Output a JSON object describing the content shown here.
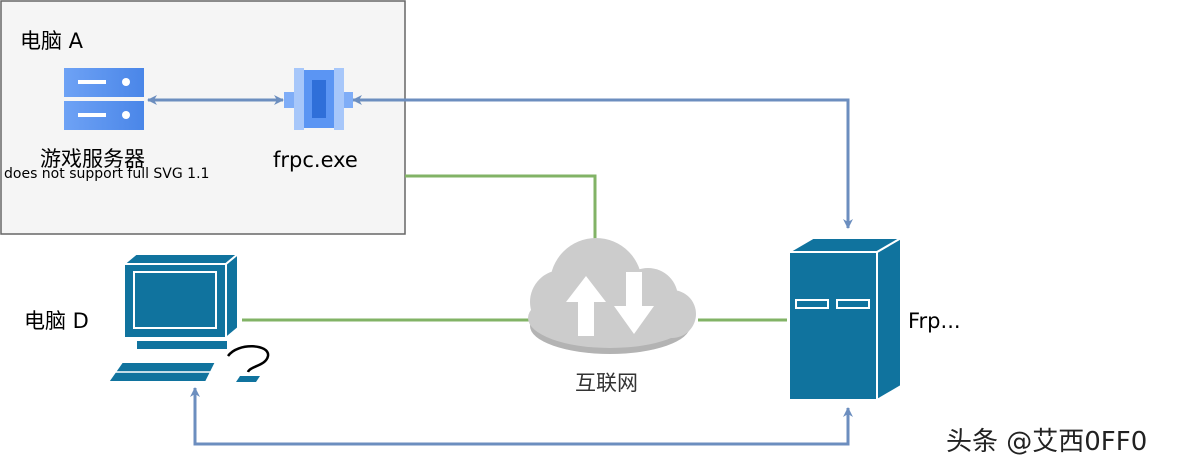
{
  "group_a": {
    "label": "电脑 A"
  },
  "nodes": {
    "game_server": {
      "label": "游戏服务器"
    },
    "frpc": {
      "label": "frpc.exe"
    },
    "pc_d": {
      "label": "电脑 D"
    },
    "internet": {
      "label": "互联网"
    },
    "frp_server": {
      "label": "Frp..."
    }
  },
  "fallback_text": "does not support full SVG 1.1",
  "watermark": "头条 @艾西0FF0",
  "colors": {
    "arrow": "#6c8ebf",
    "link": "#82b366",
    "device": "#10739e",
    "cloud": "#cccccc",
    "server_icon": "#4285f4"
  }
}
